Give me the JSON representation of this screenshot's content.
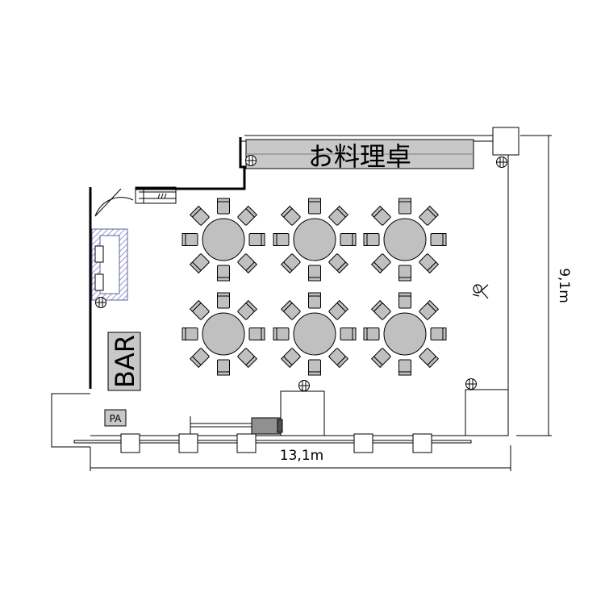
{
  "labels": {
    "buffet_table": "お料理卓",
    "bar": "BAR",
    "pa": "PA",
    "width_dim": "13,1m",
    "height_dim": "9,1m"
  },
  "colors": {
    "fixture_fill": "#c8c8c8",
    "table_fill": "#c0c0c0",
    "sofa_hatch": "#8080c0",
    "wall": "#000000"
  },
  "icons": [
    "outlet-icon",
    "microphone-icon",
    "door-swing-icon"
  ],
  "tables": {
    "rows": 2,
    "columns": 3,
    "chairs_per_table": 8
  }
}
